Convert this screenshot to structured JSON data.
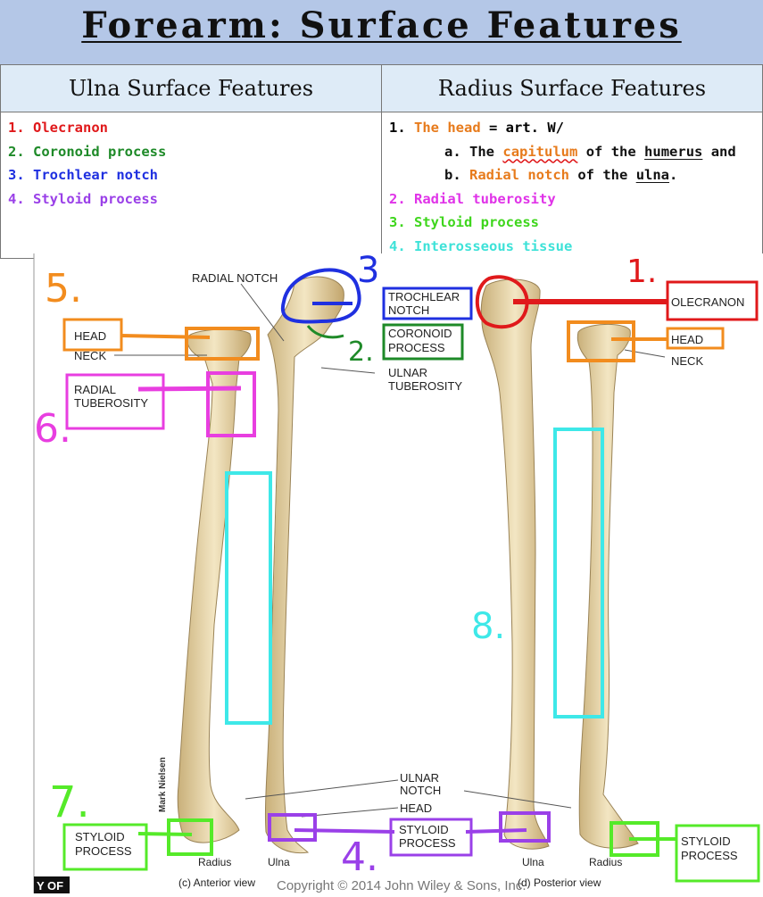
{
  "title": "Forearm: Surface Features",
  "table": {
    "ulna_header": "Ulna Surface Features",
    "radius_header": "Radius Surface Features",
    "ulna_items": [
      {
        "num": "1.",
        "text": "Olecranon"
      },
      {
        "num": "2.",
        "text": "Coronoid process"
      },
      {
        "num": "3.",
        "text": "Trochlear notch"
      },
      {
        "num": "4.",
        "text": "Styloid process"
      }
    ],
    "radius": {
      "item1_num": "1.",
      "item1_head": "The head",
      "item1_rest": " = art. W/",
      "sub_a": {
        "letter": "a.",
        "pre": "The",
        "term": "capitulum",
        "mid": "of the",
        "bone": "humerus",
        "post": "and"
      },
      "sub_b": {
        "letter": "b.",
        "term": "Radial notch",
        "mid": "of the",
        "bone": "ulna",
        "post": "."
      },
      "item2": {
        "num": "2.",
        "text": "Radial tuberosity"
      },
      "item3": {
        "num": "3.",
        "text": "Styloid process"
      },
      "item4": {
        "num": "4.",
        "text": "Interosseous tissue"
      }
    }
  },
  "diagram": {
    "labels": {
      "radial_notch": "RADIAL NOTCH",
      "head_left": "HEAD",
      "neck_left": "NECK",
      "radial_tuberosity_1": "RADIAL",
      "radial_tuberosity_2": "TUBEROSITY",
      "trochlear_notch_1": "TROCHLEAR",
      "trochlear_notch_2": "NOTCH",
      "coronoid_process_1": "CORONOID",
      "coronoid_process_2": "PROCESS",
      "ulnar_tuberosity_1": "ULNAR",
      "ulnar_tuberosity_2": "TUBEROSITY",
      "olecranon": "OLECRANON",
      "head_right": "HEAD",
      "neck_right": "NECK",
      "ulnar_notch_1": "ULNAR",
      "ulnar_notch_2": "NOTCH",
      "head_bottom": "HEAD",
      "styloid_left_1": "STYLOID",
      "styloid_left_2": "PROCESS",
      "styloid_mid_1": "STYLOID",
      "styloid_mid_2": "PROCESS",
      "styloid_right_1": "STYLOID",
      "styloid_right_2": "PROCESS"
    },
    "handwritten_numbers": [
      "5.",
      "6.",
      "3",
      "2.",
      "1.",
      "8.",
      "7.",
      "4."
    ],
    "bone_names": {
      "radius_left": "Radius",
      "ulna_left": "Ulna",
      "ulna_right": "Ulna",
      "radius_right": "Radius"
    },
    "view_left": "(c) Anterior view",
    "view_right": "(d) Posterior view",
    "copyright": "Copyright © 2014 John Wiley & Sons, Inc.",
    "artist": "Mark Nielsen",
    "corner_tag": "Y OF",
    "colors": {
      "red": "#e0191b",
      "green": "#1e8a28",
      "blue": "#1f30e0",
      "purple": "#9a40e8",
      "orange": "#f28c1e",
      "magenta": "#e83ee0",
      "lime": "#55ea29",
      "cyan": "#3ee8e8"
    }
  }
}
